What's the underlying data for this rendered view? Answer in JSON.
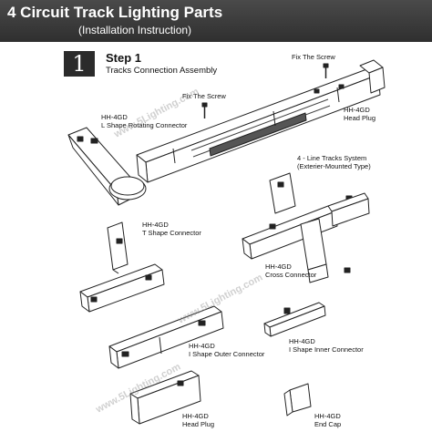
{
  "header": {
    "title": "4 Circuit Track Lighting Parts",
    "subtitle": "(Installation Instruction)"
  },
  "step": {
    "number": "1",
    "title": "Step 1",
    "description": "Tracks Connection Assembly"
  },
  "watermark": "www.5Lighting.com",
  "labels": {
    "fix_screw_top": "Fix The Screw",
    "fix_screw_mid": "Fix The Screw",
    "l_connector": {
      "model": "HH-4GD",
      "name": "L Shape Rotating Connector"
    },
    "head_plug_top": {
      "model": "HH-4GD",
      "name": "Head Plug"
    },
    "system": {
      "line1": "4 - Line Tracks System",
      "line2": "(Exterier-Mounted Type)"
    },
    "t_connector": {
      "model": "HH-4GD",
      "name": "T Shape Connector"
    },
    "cross_connector": {
      "model": "HH-4GD",
      "name": "Cross Connector"
    },
    "i_inner": {
      "model": "HH-4GD",
      "name": "I Shape Inner Connector"
    },
    "i_outer": {
      "model": "HH-4GD",
      "name": "I Shape Outer Connector"
    },
    "head_plug_bottom": {
      "model": "HH-4GD",
      "name": "Head Plug"
    },
    "end_cap": {
      "model": "HH-4GD",
      "name": "End Cap"
    }
  }
}
